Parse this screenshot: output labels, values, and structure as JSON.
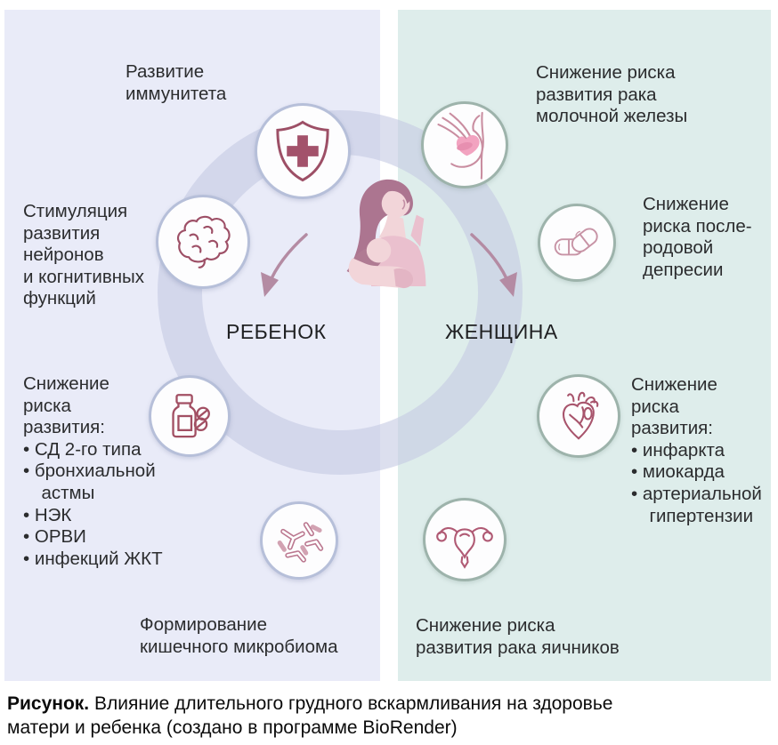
{
  "figure": {
    "child_side": {
      "side_label": "РЕБЕНОК",
      "bg_color": "#e9ebf8",
      "circle_border_color": "#b6bfd9",
      "labels": {
        "immunity": "Развитие\nиммунитета",
        "neurons": "Стимуляция\nразвития\nнейронов\nи когнитивных\nфункций",
        "risk_list": "Снижение\nриска\nразвития:\n• СД 2-го типа\n• бронхиальной\n  астмы\n• НЭК\n• ОРВИ\n• инфекций ЖКТ",
        "microbiome": "Формирование\nкишечного микробиома"
      },
      "icons": [
        "shield-cross-icon",
        "brain-icon",
        "medicine-bottle-icon",
        "gut-bacteria-icon"
      ]
    },
    "woman_side": {
      "side_label": "ЖЕНЩИНА",
      "bg_color": "#deedeb",
      "circle_border_color": "#9db3ab",
      "labels": {
        "breast_cancer": "Снижение риска\nразвития рака\nмолочной железы",
        "depression": "Снижение\nриска после-\nродовой\nдепресии",
        "heart_list": "Снижение\nриска\nразвития:\n• инфаркта\n• миокарда\n• артериальной\n  гипертензии",
        "ovarian_cancer": "Снижение риска\nразвития рака яичников"
      },
      "icons": [
        "breast-exam-icon",
        "pills-capsules-icon",
        "anatomical-heart-icon",
        "uterus-icon"
      ]
    },
    "center": {
      "illustration": "mother-breastfeeding",
      "arrow_color": "#b48ba3",
      "ring_color": "#c4c9e3"
    }
  },
  "caption": {
    "bold": "Рисунок.",
    "text": " Влияние длительного грудного вскармливания на здоровье матери и ребенка (создано в программе BioRender)"
  }
}
